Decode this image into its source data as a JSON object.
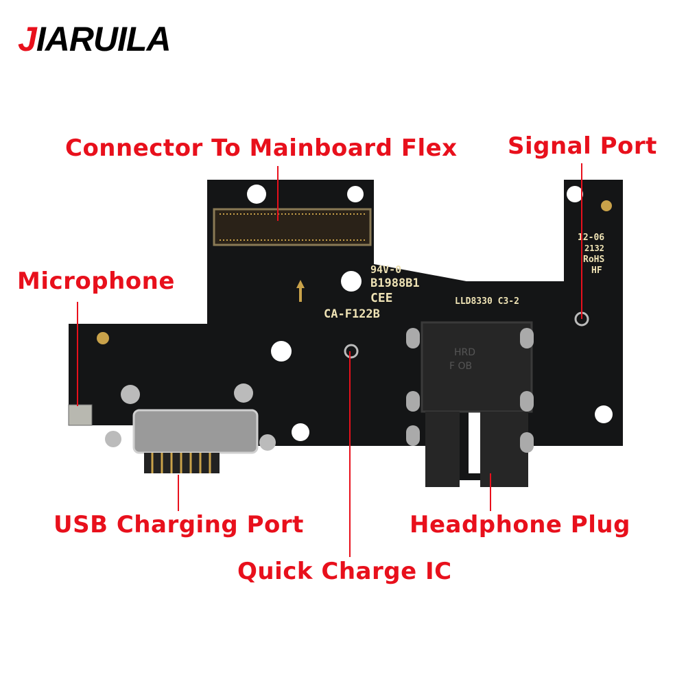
{
  "brand": {
    "first_letter": "J",
    "rest": "IARUILA"
  },
  "labels": {
    "connector": "Connector To Mainboard Flex",
    "signal": "Signal Port",
    "microphone": "Microphone",
    "usb": "USB Charging Port",
    "headphone": "Headphone Plug",
    "quick_charge": "Quick Charge IC"
  },
  "board_markings": {
    "rating": "94V-0",
    "code": "B1988B1",
    "cee": "CEE",
    "model": "CA-F122B",
    "chip": "LLD8330 C3-2",
    "date": "12-06",
    "lot": "2132",
    "rohs": "RoHS",
    "hf": "HF",
    "jack_brand": "HRD",
    "jack_code": "F OB"
  },
  "colors": {
    "label": "#e8101c",
    "board": "#141516",
    "gold": "#c9a24a"
  }
}
